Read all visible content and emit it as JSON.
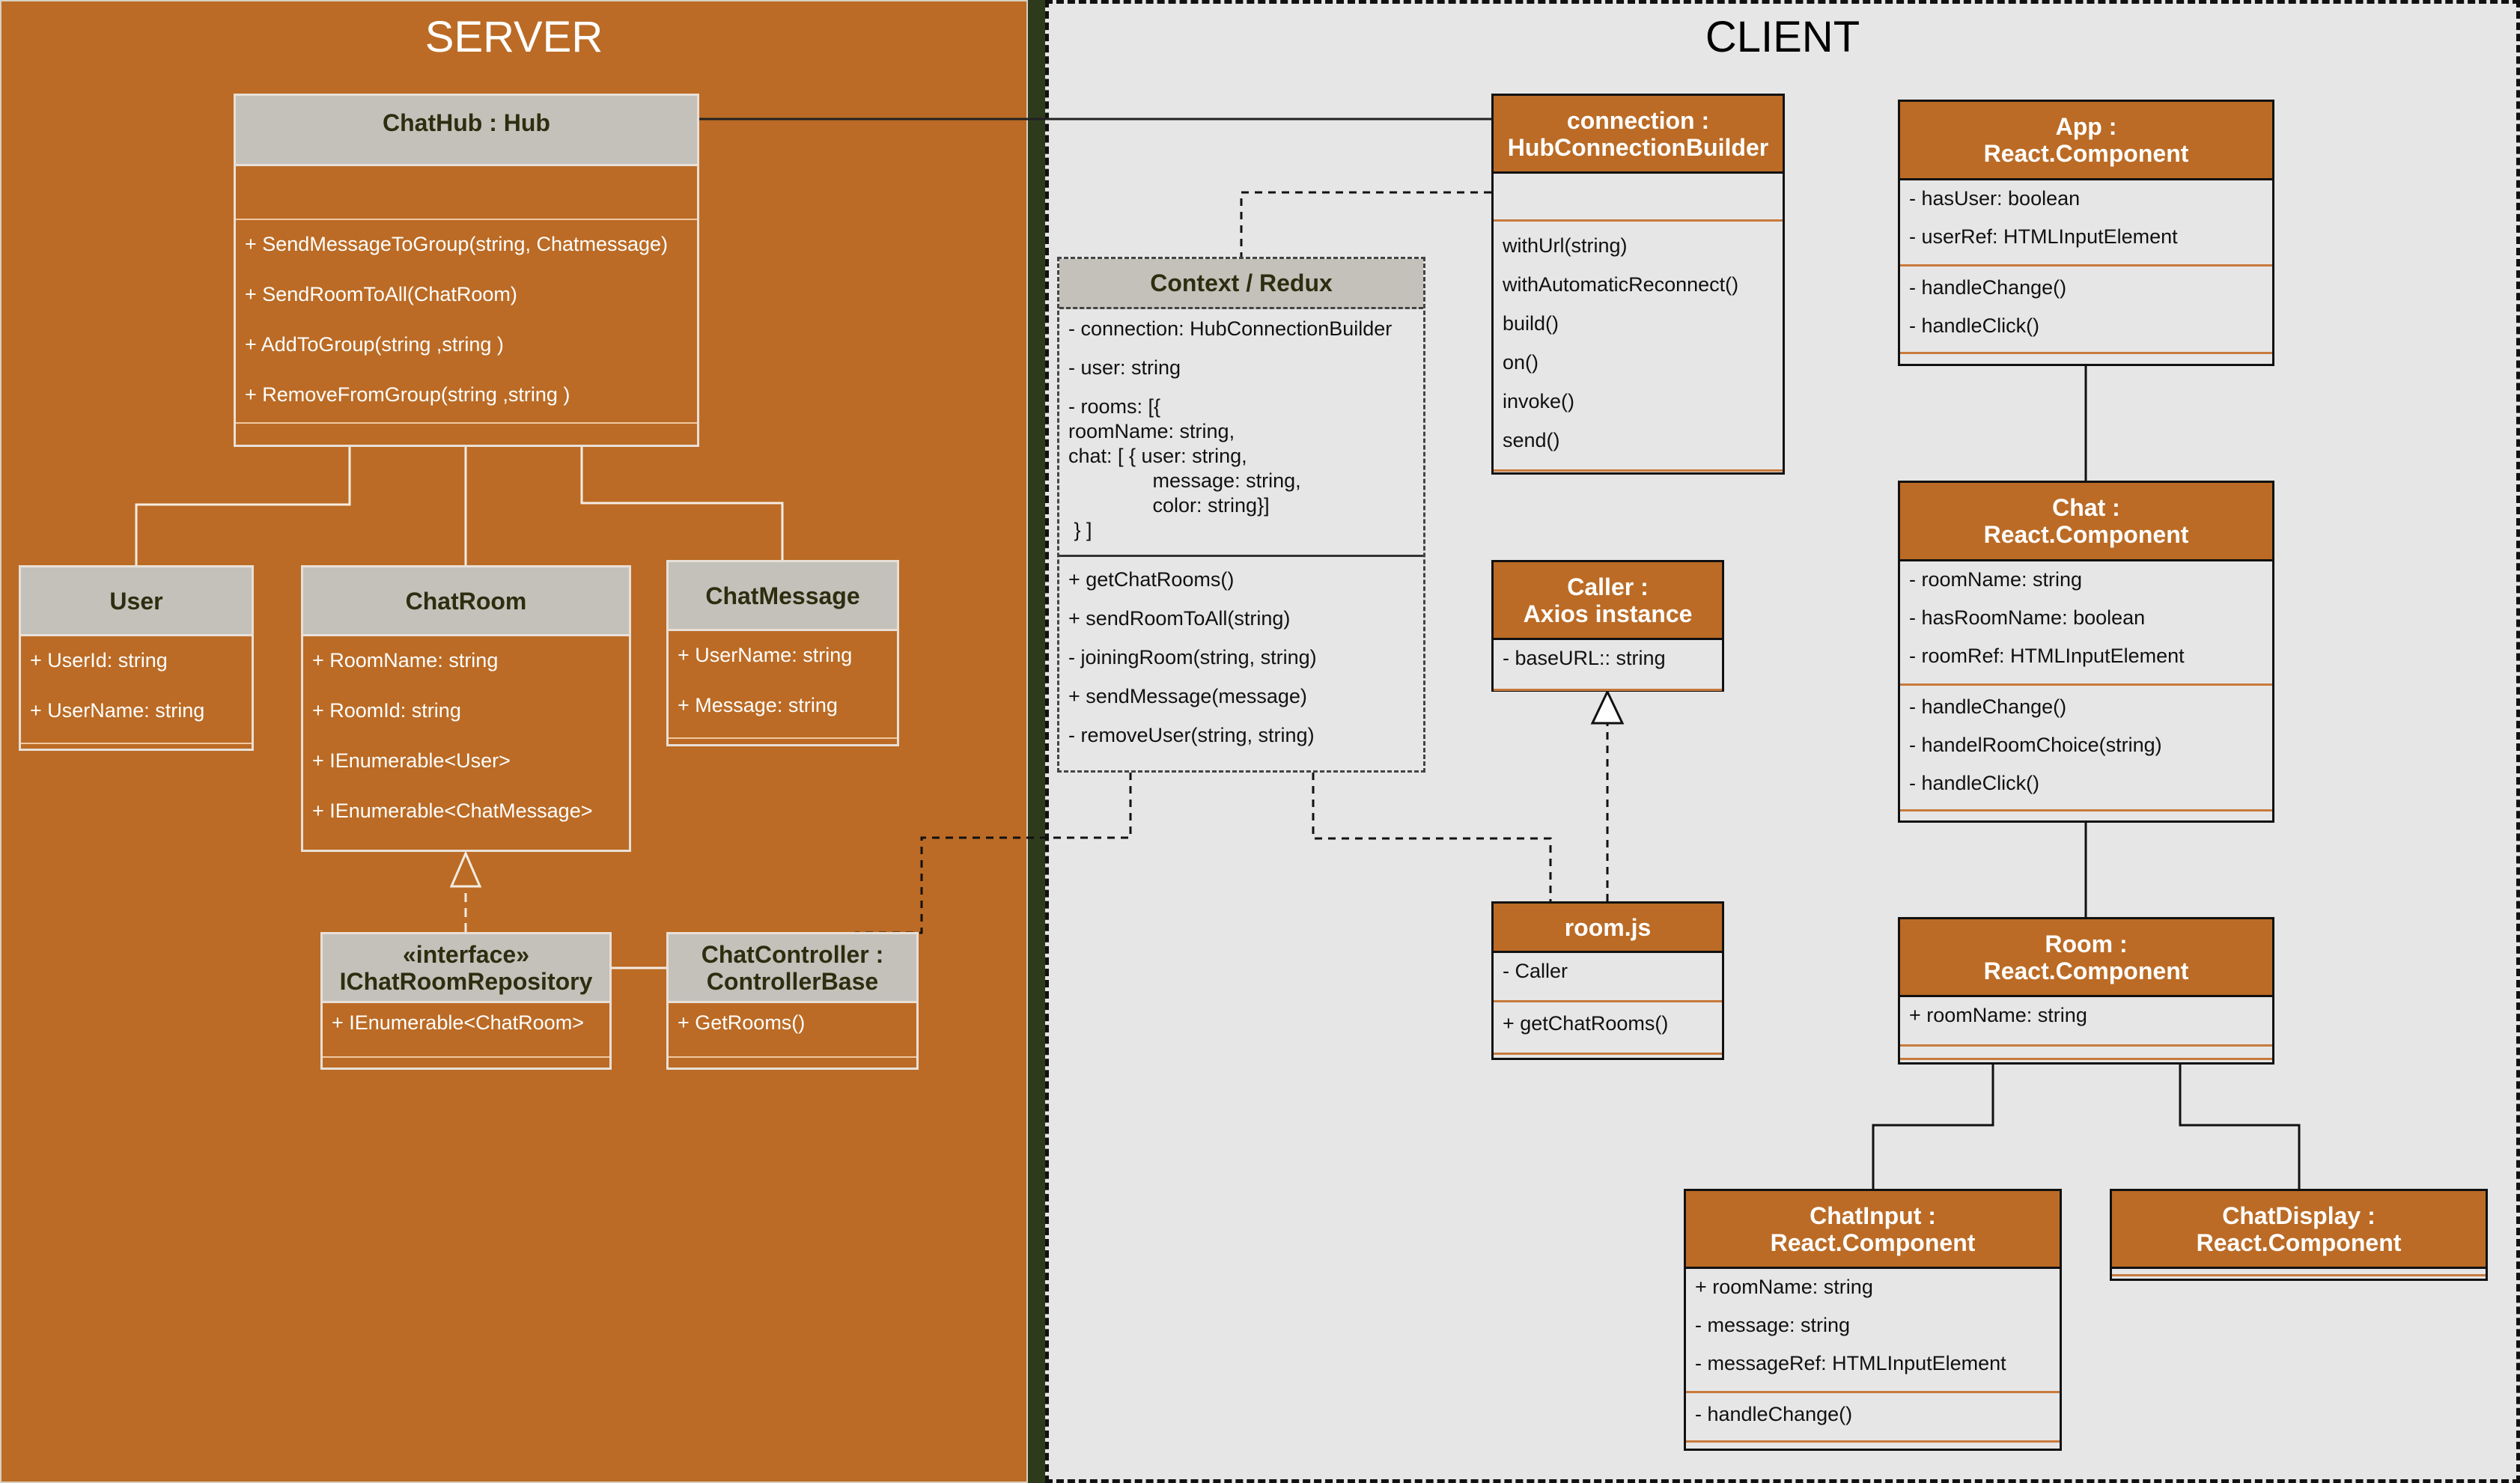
{
  "panels": {
    "server_title": "SERVER",
    "client_title": "CLIENT"
  },
  "server": {
    "chathub": {
      "title": "ChatHub : Hub",
      "methods": [
        "+ SendMessageToGroup(string, Chatmessage)",
        "+ SendRoomToAll(ChatRoom)",
        "+ AddToGroup(string ,string )",
        "+ RemoveFromGroup(string ,string )"
      ]
    },
    "user": {
      "title": "User",
      "attributes": [
        "+ UserId: string",
        "+ UserName: string"
      ]
    },
    "chatroom": {
      "title": "ChatRoom",
      "attributes": [
        "+ RoomName: string",
        "+ RoomId: string",
        "+ IEnumerable<User>",
        "+ IEnumerable<ChatMessage>"
      ]
    },
    "chatmessage": {
      "title": "ChatMessage",
      "attributes": [
        "+ UserName: string",
        "+ Message: string"
      ]
    },
    "irepo": {
      "title_line1": "«interface»",
      "title_line2": "IChatRoomRepository",
      "attributes": [
        "+ IEnumerable<ChatRoom>"
      ]
    },
    "controller": {
      "title_line1": "ChatController :",
      "title_line2": "ControllerBase",
      "methods": [
        "+ GetRooms()"
      ]
    }
  },
  "client": {
    "connection": {
      "title_line1": "connection :",
      "title_line2": "HubConnectionBuilder",
      "methods": [
        "withUrl(string)",
        "withAutomaticReconnect()",
        "build()",
        "on()",
        "invoke()",
        "send()"
      ]
    },
    "context": {
      "title": "Context / Redux",
      "attributes": [
        "- connection: HubConnectionBuilder",
        "- user: string",
        "- rooms: [{",
        "roomName: string,",
        "chat: [ { user: string,",
        "               message: string,",
        "               color: string}]",
        " } ]"
      ],
      "methods": [
        "+ getChatRooms()",
        "+ sendRoomToAll(string)",
        "- joiningRoom(string, string)",
        "+ sendMessage(message)",
        "- removeUser(string, string)"
      ]
    },
    "caller": {
      "title_line1": "Caller :",
      "title_line2": "Axios instance",
      "attributes": [
        "- baseURL:: string"
      ]
    },
    "roomjs": {
      "title": "room.js",
      "attributes": [
        "- Caller"
      ],
      "methods": [
        "+ getChatRooms()"
      ]
    },
    "app": {
      "title_line1": "App :",
      "title_line2": "React.Component",
      "attributes": [
        "- hasUser: boolean",
        "- userRef: HTMLInputElement"
      ],
      "methods": [
        "- handleChange()",
        "- handleClick()"
      ]
    },
    "chat": {
      "title_line1": "Chat  :",
      "title_line2": "React.Component",
      "attributes": [
        "- roomName: string",
        "- hasRoomName: boolean",
        "- roomRef: HTMLInputElement"
      ],
      "methods": [
        "- handleChange()",
        "- handelRoomChoice(string)",
        "- handleClick()"
      ]
    },
    "room": {
      "title_line1": "Room  :",
      "title_line2": "React.Component",
      "attributes": [
        "+ roomName: string"
      ]
    },
    "chatinput": {
      "title_line1": "ChatInput  :",
      "title_line2": "React.Component",
      "attributes": [
        "+ roomName: string",
        "- message: string",
        "- messageRef: HTMLInputElement"
      ],
      "methods": [
        "- handleChange()"
      ]
    },
    "chatdisplay": {
      "title_line1": "ChatDisplay  :",
      "title_line2": "React.Component"
    }
  }
}
